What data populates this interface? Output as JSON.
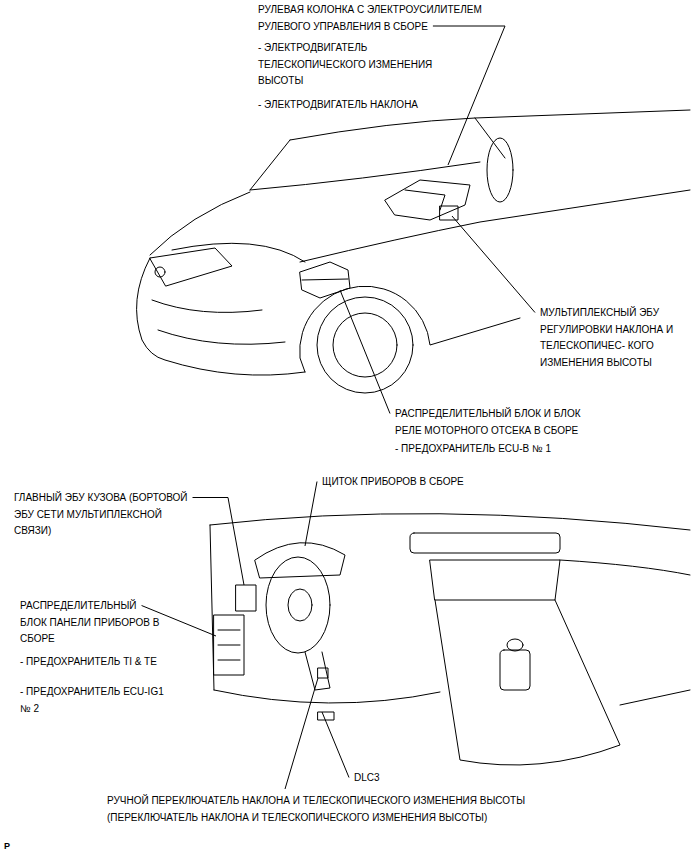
{
  "diagram": {
    "labels": [
      "РУЛЕВАЯ КОЛОНКА С ЭЛЕКТРОУСИЛИТЕЛЕМ РУЛЕВОГО УПРАВЛЕНИЯ В СБОРЕ",
      "- ЭЛЕКТРОДВИГАТЕЛЬ ТЕЛЕСКОПИЧЕСКОГО ИЗМЕНЕНИЯ ВЫСОТЫ",
      "- ЭЛЕКТРОДВИГАТЕЛЬ НАКЛОНА",
      "МУЛЬТИПЛЕКСНЫЙ ЭБУ РЕГУЛИРОВКИ НАКЛОНА И ТЕЛЕСКОПИЧЕС- КОГО ИЗМЕНЕНИЯ ВЫСОТЫ",
      "РАСПРЕДЕЛИТЕЛЬНЫЙ БЛОК И БЛОК РЕЛЕ МОТОРНОГО ОТСЕКА В СБОРЕ",
      "- ПРЕДОХРАНИТЕЛЬ ECU-B № 1",
      "ГЛАВНЫЙ ЭБУ КУЗОВА (БОРТОВОЙ ЭБУ СЕТИ МУЛЬТИПЛЕКСНОЙ СВЯЗИ)",
      "ЩИТОК ПРИБОРОВ В СБОРЕ",
      "РАСПРЕДЕЛИТЕЛЬНЫЙ БЛОК ПАНЕЛИ ПРИБОРОВ В СБОРЕ",
      "- ПРЕДОХРАНИТЕЛЬ TI & TE",
      "- ПРЕДОХРАНИТЕЛЬ ECU-IG1 № 2",
      "DLC3",
      "РУЧНОЙ ПЕРЕКЛЮЧАТЕЛЬ НАКЛОНА И ТЕЛЕСКОПИЧЕСКОГО ИЗМЕНЕНИЯ ВЫСОТЫ (ПЕРЕКЛЮЧАТЕЛЬ НАКЛОНА И ТЕЛЕСКОПИЧЕСКОГО ИЗМЕНЕНИЯ ВЫСОТЫ)",
      "P"
    ]
  }
}
